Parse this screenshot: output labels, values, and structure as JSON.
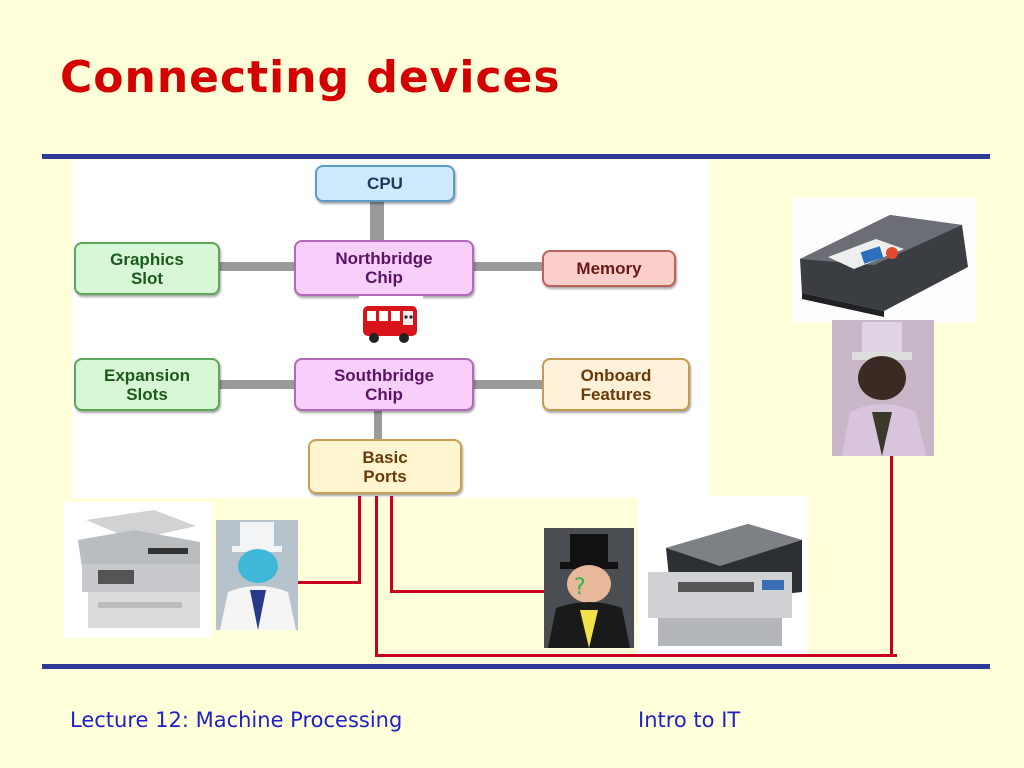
{
  "slide": {
    "title": "Connecting devices",
    "footer_left": "Lecture 12: Machine Processing",
    "footer_right": "Intro to IT"
  },
  "diagram": {
    "boxes": {
      "cpu": "CPU",
      "northbridge": "Northbridge\nChip",
      "graphics": "Graphics\nSlot",
      "memory": "Memory",
      "southbridge": "Southbridge\nChip",
      "expansion": "Expansion\nSlots",
      "onboard": "Onboard\nFeatures",
      "basic_ports": "Basic\nPorts"
    }
  },
  "images": [
    "red-bus-icon",
    "inkjet-printer-icon",
    "man-in-top-hat-icon",
    "multifunction-printer-icon",
    "man-in-top-hat-icon",
    "man-in-top-hat-icon",
    "large-format-printer-icon"
  ],
  "colors": {
    "background": "#ffffd9",
    "title": "#d40000",
    "rule": "#2e3b96",
    "wire": "#c8001e",
    "footer": "#2020c8"
  }
}
